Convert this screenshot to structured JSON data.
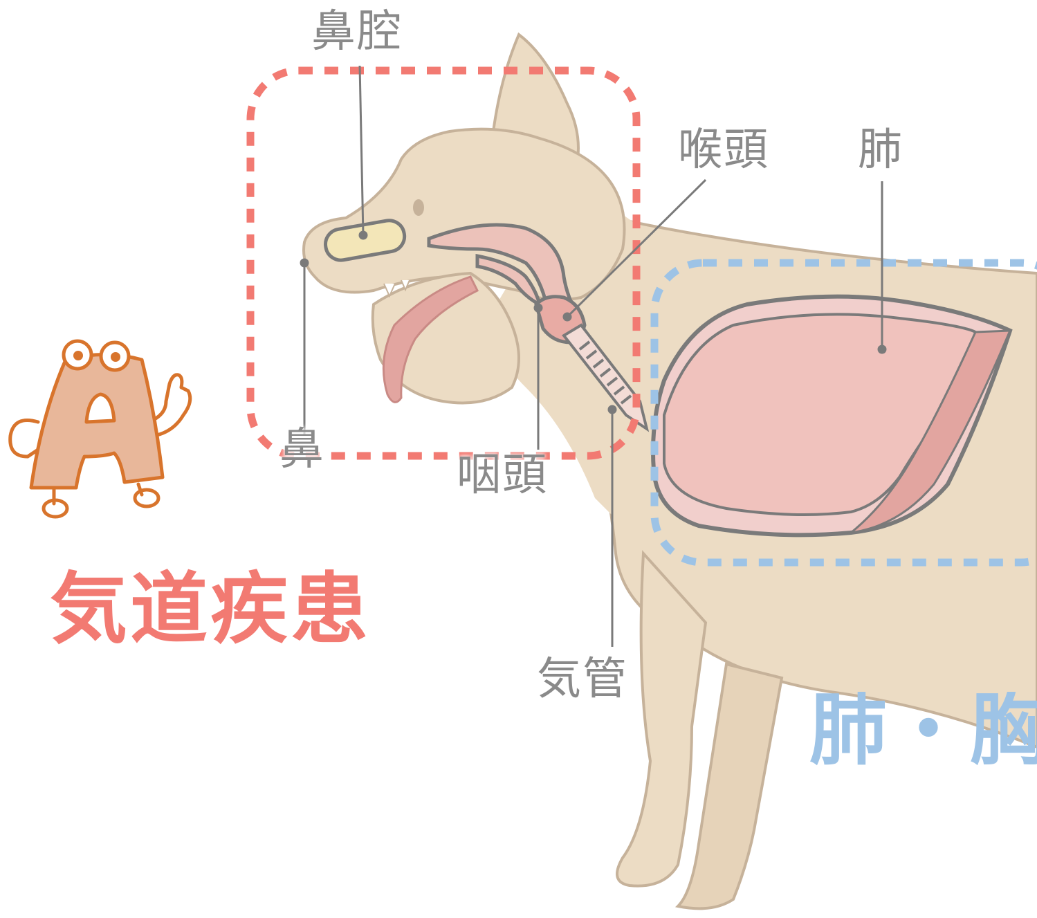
{
  "labels": {
    "nasal_cavity": "鼻腔",
    "larynx": "喉頭",
    "lung": "肺",
    "nose": "鼻",
    "pharynx": "咽頭",
    "trachea": "気管"
  },
  "categories": {
    "airway": {
      "title": "気道疾患",
      "color": "#f27a72"
    },
    "lung_chest": {
      "title": "肺・胸",
      "color": "#9dc3e6"
    }
  },
  "colors": {
    "dog_fill": "#ecdcc4",
    "outline": "#c6b29a",
    "organ_pink": "#f0c2bd",
    "organ_dark_pink": "#e2a5a0",
    "label_gray": "#8a8a8a",
    "mascot_fill": "#e8b79a",
    "mascot_outline": "#d8742c"
  },
  "mascot": {
    "icon": "letter-a-mascot-pointing-icon"
  }
}
